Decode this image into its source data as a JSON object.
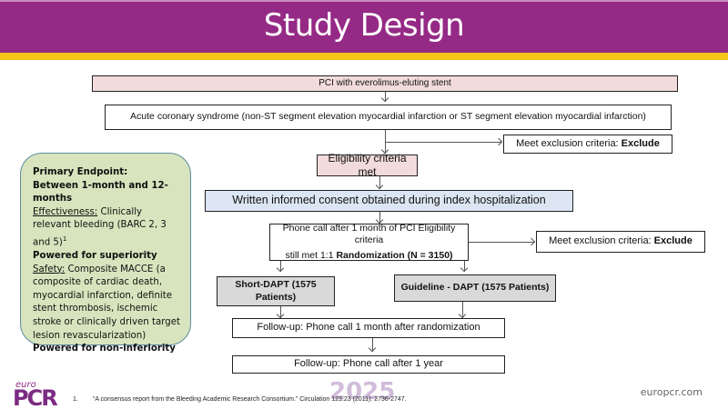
{
  "header": {
    "title": "Study Design",
    "colors": {
      "banner": "#952a86",
      "stripe": "#f5c518"
    }
  },
  "flow": {
    "pci": "PCI with everolimus-eluting stent",
    "acs": "Acute coronary syndrome (non-ST segment elevation myocardial infarction or ST segment elevation myocardial infarction)",
    "exclusion1": {
      "text": "Meet exclusion criteria: ",
      "bold": "Exclude"
    },
    "eligibility": "Eligibility criteria met",
    "consent": "Written informed consent obtained during index hospitalization",
    "phone_call": {
      "line1": "Phone call after 1 month of PCI Eligibility criteria",
      "line2_prefix": "still met 1:1 ",
      "line2_bold": "Randomization (N = 3150)"
    },
    "exclusion2": {
      "text": "Meet exclusion criteria: ",
      "bold": "Exclude"
    },
    "short_dapt": "Short-DAPT  (1575 Patients)",
    "guideline_dapt": "Guideline - DAPT (1575 Patients)",
    "followup1": "Follow-up: Phone call 1 month after randomization",
    "followup2": "Follow-up: Phone call after 1 year"
  },
  "endpoint": {
    "title": "Primary Endpoint:",
    "window": "Between 1-month and 12-months",
    "effectiveness_label": "Effectiveness:",
    "effectiveness_text": " Clinically relevant bleeding (BARC 2, 3 and 5)",
    "effectiveness_ref": "1",
    "superiority": "Powered for superiority",
    "safety_label": "Safety:",
    "safety_text": " Composite MACCE (a composite of cardiac death, myocardial infarction, definite stent thrombosis, ischemic stroke or clinically driven target lesion revascularization)",
    "noninferiority": "Powered for non-inferiority"
  },
  "footer": {
    "logo_small": "euro",
    "logo_main": "PCR",
    "year": "2025",
    "footnote_num": "1.",
    "footnote": "“A consensus report from the Bleeding Academic Research Consortium.” Circulation 123.23 (2011): 2736-2747.",
    "site": "europcr.com"
  }
}
